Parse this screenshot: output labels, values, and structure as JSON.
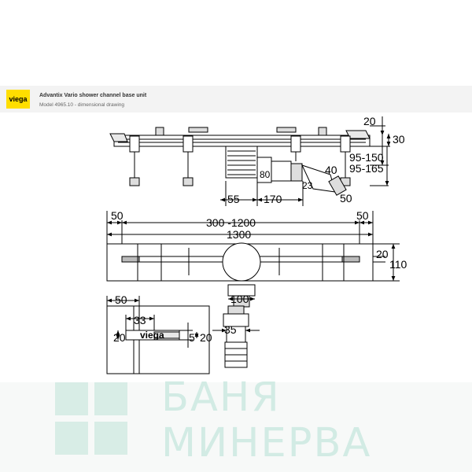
{
  "header": {
    "logo_text": "viega",
    "title": "Advantix Vario shower channel base unit",
    "subtitle": "Model 4965.10 - dimensional drawing"
  },
  "colors": {
    "brand_yellow": "#ffde00",
    "watermark": "#d2ebe4"
  },
  "drawing": {
    "side_view": {
      "dim_20": "20",
      "dim_30": "30",
      "dim_95_150": "95-150",
      "dim_95_165": "95-165",
      "dim_80": "80",
      "dim_40_diam": "40",
      "dim_23": "23",
      "dim_50_diam": "50",
      "dim_55": "55",
      "dim_170": "170"
    },
    "top_view": {
      "dim_50_left": "50",
      "dim_300_1200": "300 -1200",
      "dim_50_right": "50",
      "dim_1300": "1300",
      "dim_20": "20",
      "dim_110": "110",
      "dim_100": "100",
      "dim_35": "35"
    },
    "detail_view": {
      "dim_50": "50",
      "dim_33": "33",
      "dim_20_left": "20",
      "dim_5": "5",
      "dim_20_right": "20",
      "label_viega": "viega"
    }
  },
  "watermark": {
    "line1": "БАНЯ",
    "line2": "МИНЕРВА"
  }
}
